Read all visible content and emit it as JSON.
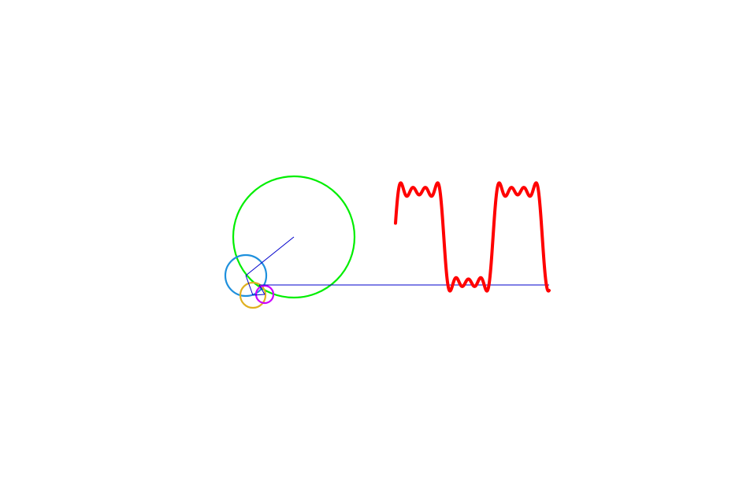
{
  "diagram": {
    "kind": "fourier-series-epicycles",
    "waveform": "square-wave",
    "harmonics": [
      1,
      3,
      5,
      7
    ],
    "colors": {
      "background": "#ffffff",
      "circle_1": "#00ee00",
      "circle_2": "#1e90dd",
      "circle_3": "#e0b020",
      "circle_4": "#cc00ff",
      "radius_lines": "#0000cc",
      "connector_line": "#0000cc",
      "wave": "#ff0000"
    }
  }
}
